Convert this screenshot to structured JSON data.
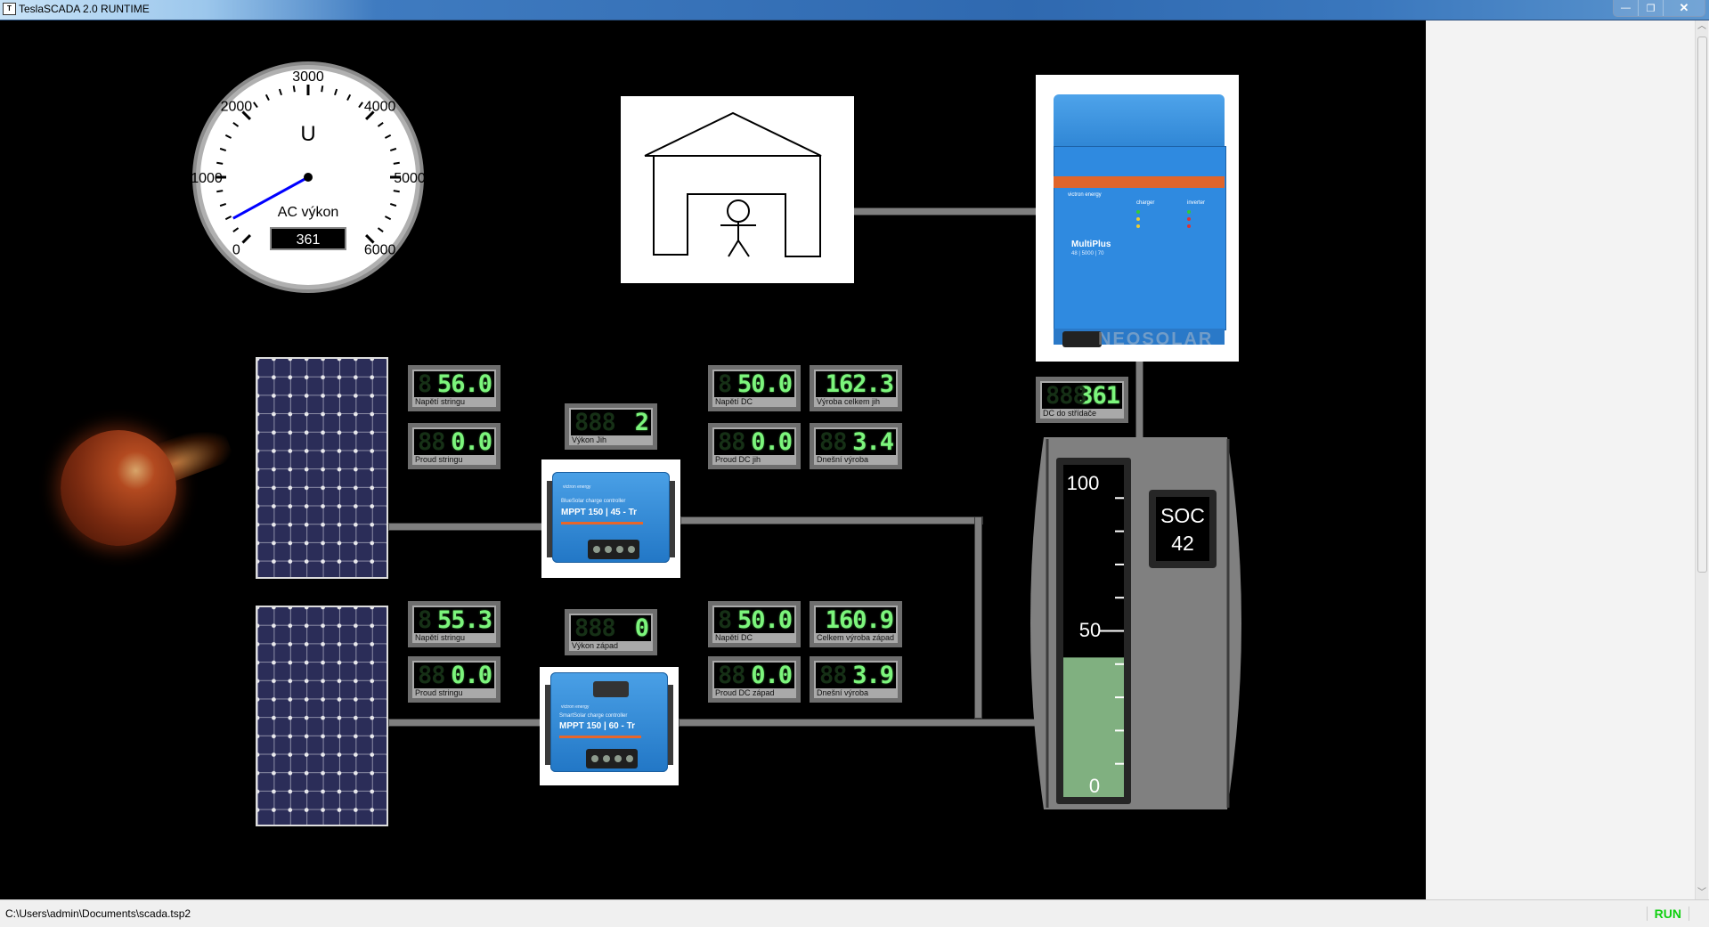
{
  "window": {
    "title": "TeslaSCADA 2.0 RUNTIME",
    "buttons": {
      "minimize": "—",
      "restore": "❐",
      "close": "✕"
    }
  },
  "gauge": {
    "title": "AC výkon",
    "unit": "U",
    "value": 361,
    "value_text": "361",
    "min": 0,
    "max": 6000,
    "tick_labels": [
      "0",
      "1000",
      "2000",
      "3000",
      "4000",
      "5000",
      "6000"
    ],
    "needle_color": "#0000ff"
  },
  "house": {
    "label": "house-with-person"
  },
  "inverter": {
    "brand": "victron energy",
    "model": "MultiPlus",
    "spec": "48 | 5000 | 70",
    "section_charger": "charger",
    "section_inverter": "inverter",
    "watermark": "NEOSOLAR"
  },
  "dc_inverter_display": {
    "value": "361",
    "ghost": "888",
    "label": "DC do střídače"
  },
  "south": {
    "string_voltage": {
      "value": "56.0",
      "ghost": "8",
      "label": "Napětí stringu"
    },
    "string_current": {
      "value": "0.0",
      "ghost": "88",
      "label": "Proud stringu"
    },
    "power": {
      "value": "2",
      "ghost": "888",
      "label": "Výkon Jih"
    },
    "dc_voltage": {
      "value": "50.0",
      "ghost": "8",
      "label": "Napětí DC"
    },
    "dc_current": {
      "value": "0.0",
      "ghost": "88",
      "label": "Proud DC jih"
    },
    "total_yield": {
      "value": "162.3",
      "ghost": "",
      "label": "Výroba celkem jih"
    },
    "today_yield": {
      "value": "3.4",
      "ghost": "88",
      "label": "Dnešní výroba"
    },
    "controller": {
      "brand": "victron energy",
      "name": "BlueSolar charge controller",
      "model": "MPPT 150 | 45 - Tr"
    }
  },
  "west": {
    "string_voltage": {
      "value": "55.3",
      "ghost": "8",
      "label": "Napětí stringu"
    },
    "string_current": {
      "value": "0.0",
      "ghost": "88",
      "label": "Proud stringu"
    },
    "power": {
      "value": "0",
      "ghost": "888",
      "label": "Výkon západ"
    },
    "dc_voltage": {
      "value": "50.0",
      "ghost": "8",
      "label": "Napětí DC"
    },
    "dc_current": {
      "value": "0.0",
      "ghost": "88",
      "label": "Proud DC západ"
    },
    "total_yield": {
      "value": "160.9",
      "ghost": "",
      "label": "Celkem výroba západ"
    },
    "today_yield": {
      "value": "3.9",
      "ghost": "88",
      "label": "Dnešní výroba"
    },
    "controller": {
      "brand": "victron energy",
      "name": "SmartSolar charge controller",
      "model": "MPPT 150 | 60 - Tr"
    }
  },
  "battery": {
    "soc_label": "SOC",
    "soc_value": 42,
    "soc_text": "42",
    "scale_labels": [
      "100",
      "50",
      "0"
    ],
    "scale_min": 0,
    "scale_max": 100,
    "fill_color": "#80b080"
  },
  "statusbar": {
    "path": "C:\\Users\\admin\\Documents\\scada.tsp2",
    "state": "RUN",
    "state_color": "#10d010"
  }
}
